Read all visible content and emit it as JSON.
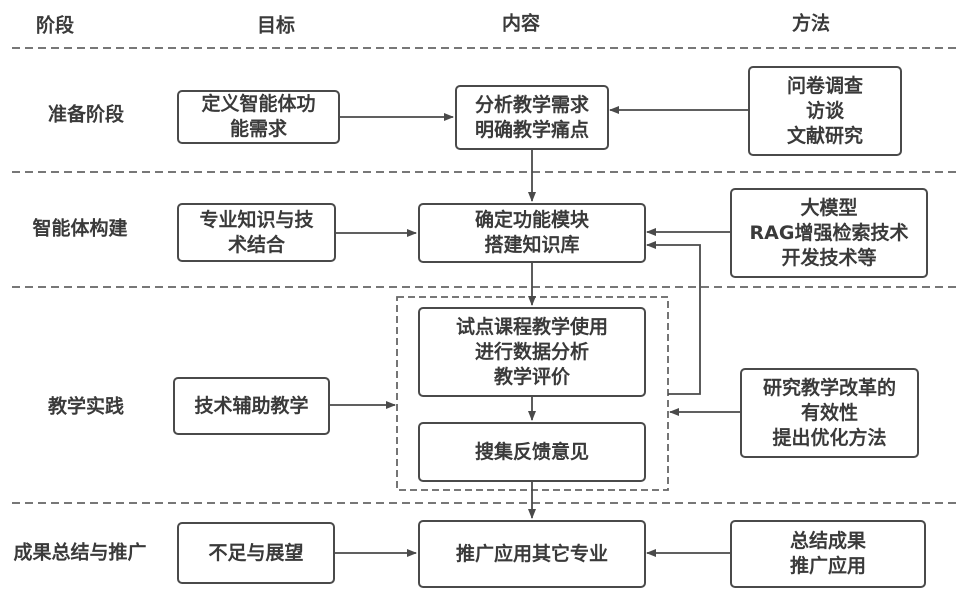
{
  "headers": {
    "stage": "阶段",
    "goal": "目标",
    "content": "内容",
    "method": "方法"
  },
  "rows": [
    {
      "stage": "准备阶段",
      "goal": [
        "定义智能体功",
        "能需求"
      ],
      "content": [
        "分析教学需求",
        "明确教学痛点"
      ],
      "method": [
        "问卷调查",
        "访谈",
        "文献研究"
      ]
    },
    {
      "stage": "智能体构建",
      "goal": [
        "专业知识与技",
        "术结合"
      ],
      "content": [
        "确定功能模块",
        "搭建知识库"
      ],
      "method": [
        "大模型",
        "RAG增强检索技术",
        "开发技术等"
      ]
    },
    {
      "stage": "教学实践",
      "goal": [
        "技术辅助教学"
      ],
      "content": [
        [
          "试点课程教学使用",
          "进行数据分析",
          "教学评价"
        ],
        [
          "搜集反馈意见"
        ]
      ],
      "method": [
        "研究教学改革的",
        "有效性",
        "提出优化方法"
      ]
    },
    {
      "stage": "成果总结与推广",
      "goal": [
        "不足与展望"
      ],
      "content": [
        "推广应用其它专业"
      ],
      "method": [
        "总结成果",
        "推广应用"
      ]
    }
  ],
  "colors": {
    "stroke": "#4a4a4a",
    "text": "#3a3a3a",
    "dash": "#777777"
  }
}
